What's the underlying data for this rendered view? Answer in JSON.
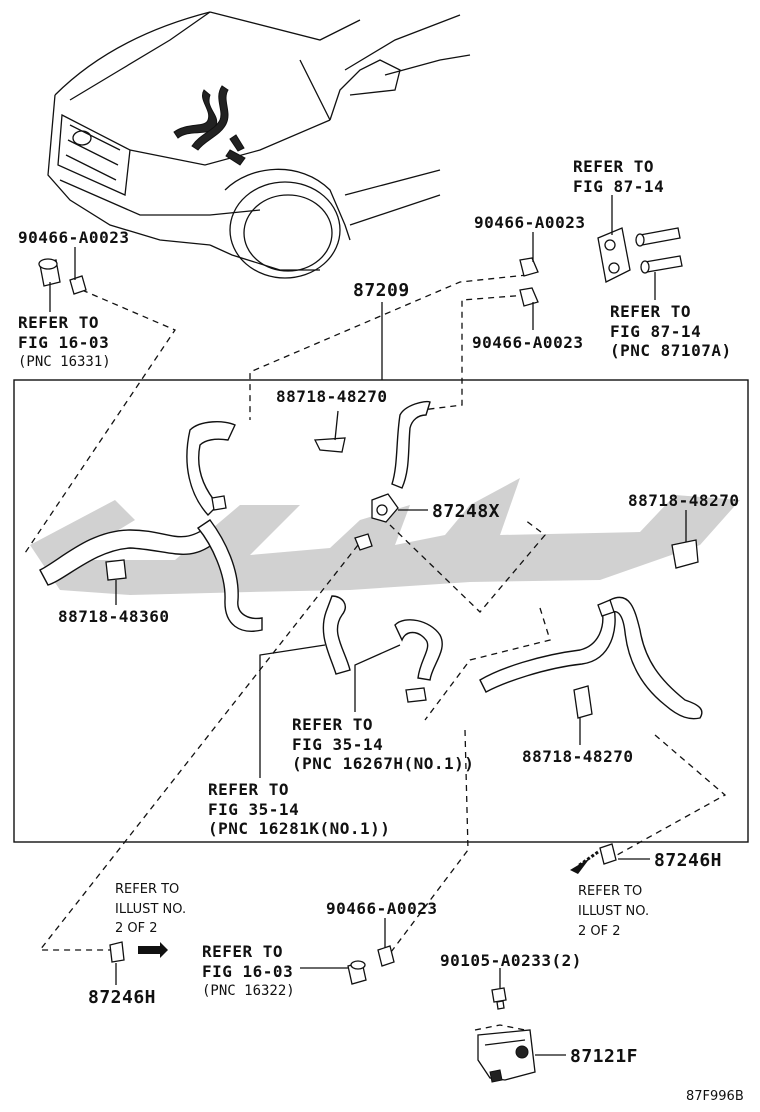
{
  "labels": {
    "clip_top_left": "90466-A0023",
    "refer_16_03_a_l1": "REFER TO",
    "refer_16_03_a_l2": "FIG 16-03",
    "refer_16_03_a_pnc": "(PNC 16331)",
    "refer_87_14_a_l1": "REFER TO",
    "refer_87_14_a_l2": "FIG 87-14",
    "clip_top_right_1": "90466-A0023",
    "clip_top_right_2": "90466-A0023",
    "refer_87_14_b_l1": "REFER TO",
    "refer_87_14_b_l2": "FIG 87-14",
    "refer_87_14_b_pnc": "(PNC 87107A)",
    "hose_assy": "87209",
    "clamp_top": "88718-48270",
    "valve": "87248X",
    "clamp_right": "88718-48270",
    "clamp_left": "88718-48360",
    "refer_35_14_a_l1": "REFER TO",
    "refer_35_14_a_l2": "FIG 35-14",
    "refer_35_14_a_pnc": "(PNC 16267H(NO.1))",
    "clamp_bottom": "88718-48270",
    "refer_35_14_b_l1": "REFER TO",
    "refer_35_14_b_l2": "FIG 35-14",
    "refer_35_14_b_pnc": "(PNC 16281K(NO.1))",
    "clip_right_bottom": "87246H",
    "refer_illust_r_l1": "REFER TO",
    "refer_illust_r_l2": "ILLUST NO.",
    "refer_illust_r_l3": "2 OF 2",
    "refer_illust_l_l1": "REFER TO",
    "refer_illust_l_l2": "ILLUST NO.",
    "refer_illust_l_l3": "2 OF 2",
    "clip_bottom_mid": "90466-A0023",
    "refer_16_03_b_l1": "REFER TO",
    "refer_16_03_b_l2": "FIG 16-03",
    "refer_16_03_b_pnc": "(PNC 16322)",
    "clip_left_bottom": "87246H",
    "bolt": "90105-A0233(2)",
    "bracket": "87121F",
    "figure_code": "87F996B"
  }
}
